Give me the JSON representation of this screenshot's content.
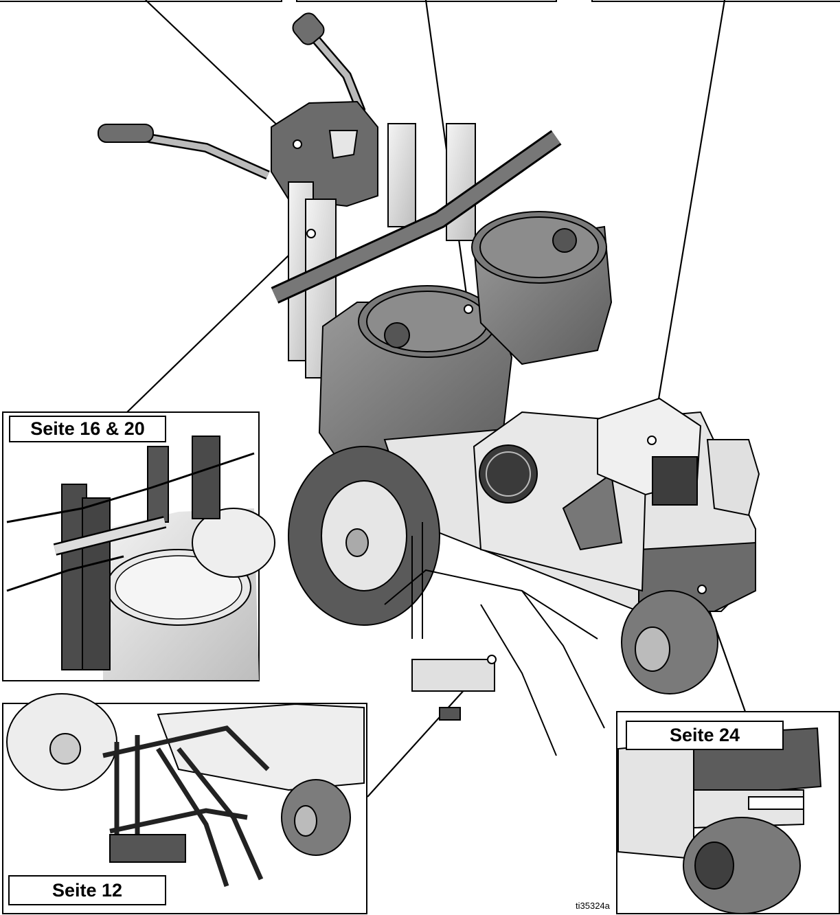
{
  "labels": {
    "page_16_20": "Seite 16 & 20",
    "page_12": "Seite 12",
    "page_24": "Seite 24"
  },
  "figure_id": "ti35324a",
  "colors": {
    "ink": "#000000",
    "paper": "#ffffff",
    "dark_part": "#5a5a5a",
    "mid_part": "#8a8a8a",
    "light_part": "#d9d9d9",
    "tank": "#7d7d7d"
  }
}
